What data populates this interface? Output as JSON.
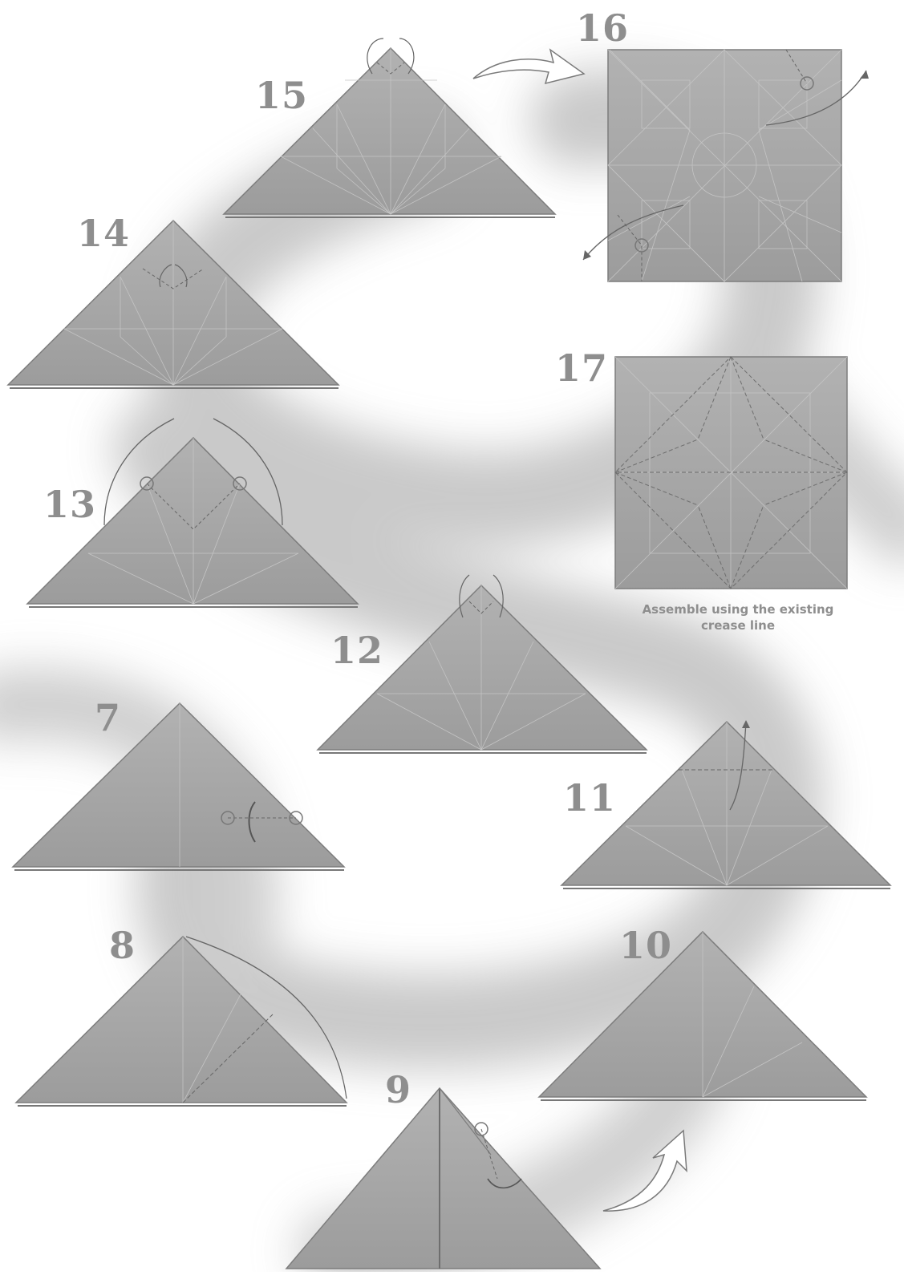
{
  "steps": [
    {
      "id": "step-7",
      "number": "7"
    },
    {
      "id": "step-8",
      "number": "8"
    },
    {
      "id": "step-9",
      "number": "9"
    },
    {
      "id": "step-10",
      "number": "10"
    },
    {
      "id": "step-11",
      "number": "11"
    },
    {
      "id": "step-12",
      "number": "12"
    },
    {
      "id": "step-13",
      "number": "13"
    },
    {
      "id": "step-14",
      "number": "14"
    },
    {
      "id": "step-15",
      "number": "15"
    },
    {
      "id": "step-16",
      "number": "16"
    },
    {
      "id": "step-17",
      "number": "17"
    }
  ],
  "caption": "Assemble using the existing crease line",
  "colors": {
    "paper": "#a7a7a7",
    "paper_dark": "#8f8f8f",
    "crease": "#c4c4c4",
    "ink": "#6b6b6b",
    "number": "#8e8e8e",
    "swirl": "#c9c9c9",
    "background": "#ffffff"
  },
  "icons": [
    "curved-arrow-icon",
    "pivot-circle-icon",
    "big-arrow-icon"
  ]
}
